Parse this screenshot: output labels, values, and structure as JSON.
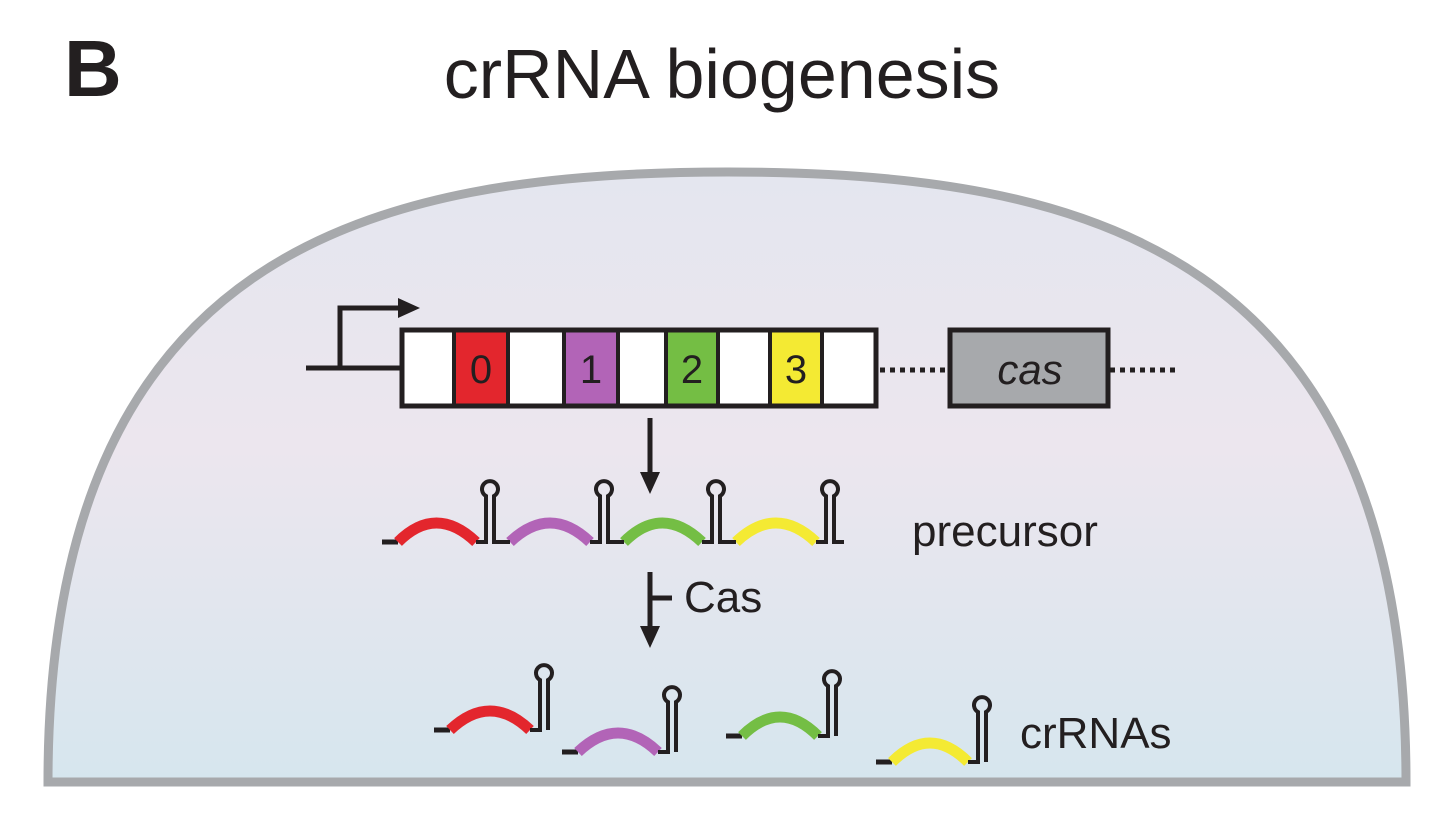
{
  "panel": {
    "letter": "B",
    "title": "crRNA biogenesis"
  },
  "colors": {
    "red": "#e3262d",
    "purple": "#b264b7",
    "green": "#74be44",
    "yellow": "#f4ea33",
    "cas_gene": "#a7a9ac",
    "cell_border": "#a7a9ac",
    "ink": "#231f20"
  },
  "array": {
    "spacers": [
      {
        "label": "0",
        "color": "#e3262d"
      },
      {
        "label": "1",
        "color": "#b264b7"
      },
      {
        "label": "2",
        "color": "#74be44"
      },
      {
        "label": "3",
        "color": "#f4ea33"
      }
    ],
    "cas_gene_label": "cas"
  },
  "labels": {
    "precursor": "precursor",
    "cas_protein": "Cas",
    "crRNAs": "crRNAs"
  }
}
